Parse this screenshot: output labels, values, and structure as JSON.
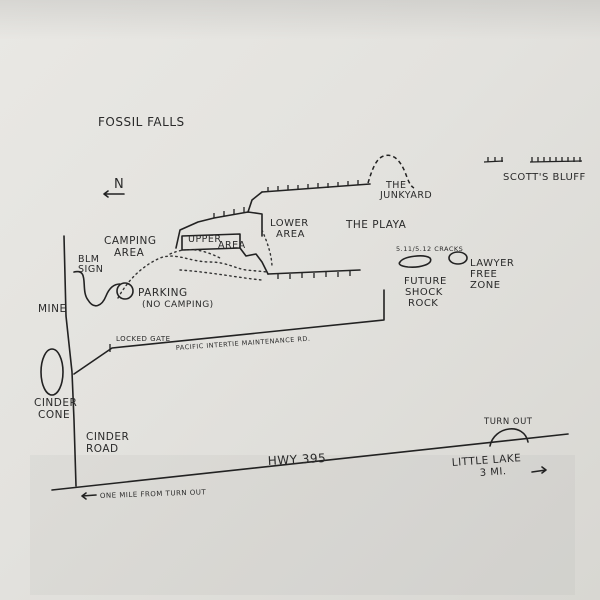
{
  "map": {
    "title": "FOSSIL FALLS",
    "north_label": "N",
    "labels": {
      "scotts_bluff": "SCOTT'S BLUFF",
      "the_junkyard_1": "THE",
      "the_junkyard_2": "JUNKYARD",
      "camping_area_1": "CAMPING",
      "camping_area_2": "AREA",
      "blm_sign_1": "BLM",
      "blm_sign_2": "SIGN",
      "upper_area_1": "UPPER",
      "upper_area_2": "AREA",
      "lower_area_1": "LOWER",
      "lower_area_2": "AREA",
      "the_playa": "THE PLAYA",
      "cracks": "5.11/5.12 CRACKS",
      "lawyer_free_zone_1": "LAWYER",
      "lawyer_free_zone_2": "FREE",
      "lawyer_free_zone_3": "ZONE",
      "future_shock_rock_1": "FUTURE",
      "future_shock_rock_2": "SHOCK",
      "future_shock_rock_3": "ROCK",
      "mine": "MINE",
      "parking_1": "PARKING",
      "parking_2": "(NO CAMPING)",
      "locked_gate": "LOCKED GATE",
      "pacific_intertie_road": "PACIFIC INTERTIE MAINTENANCE RD.",
      "cinder_cone_1": "CINDER",
      "cinder_cone_2": "CONE",
      "cinder_road_1": "CINDER",
      "cinder_road_2": "ROAD",
      "hwy_395": "HWY 395",
      "turn_out": "TURN OUT",
      "little_lake_1": "LITTLE LAKE",
      "little_lake_2": "3 MI.",
      "one_mile": "ONE MILE FROM TURN OUT"
    }
  }
}
